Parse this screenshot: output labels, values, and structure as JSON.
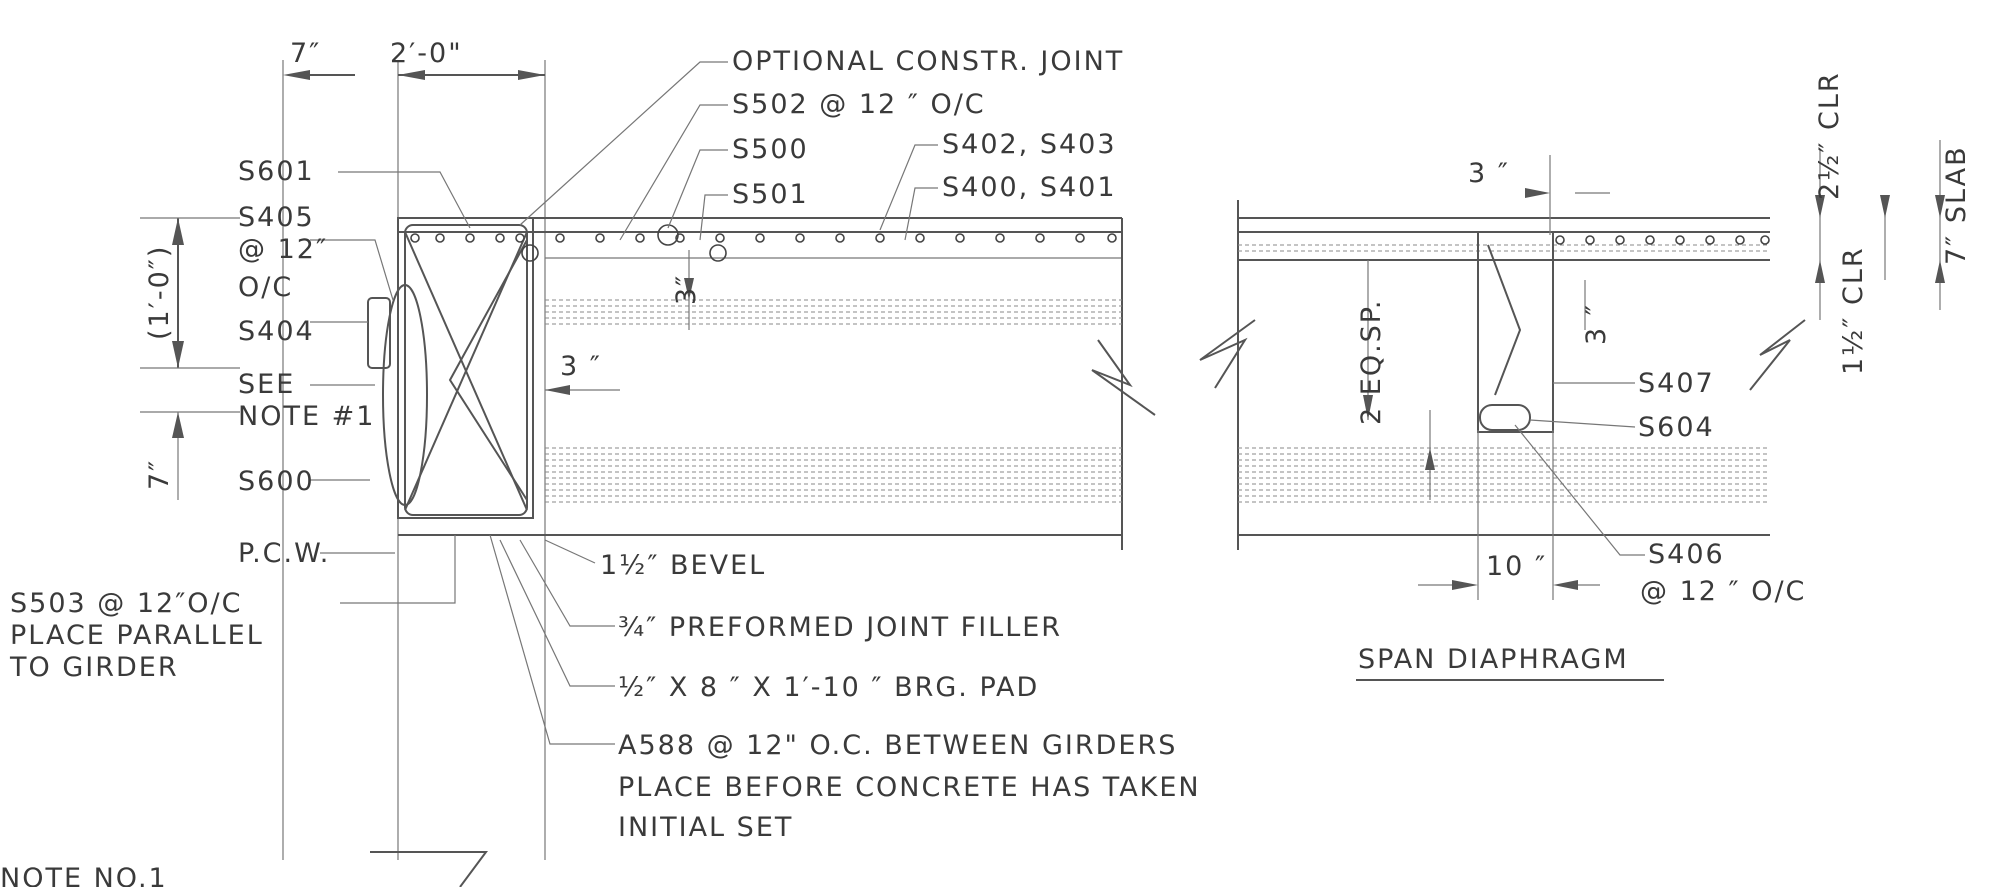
{
  "dimensions": {
    "seven_inch_top": "7″",
    "two_foot": "2′-0\"",
    "one_foot": "(1′-0″)",
    "seven_inch_left": "7″",
    "three_inch_mid": "3 ″",
    "three_in_vertical": "3″",
    "three_inch_diaphragm": "3 ″",
    "two_eq_sp": "2 EQ.SP.",
    "three_in_diaphragm_vert": "3 ″",
    "ten_inch": "10 ″",
    "two_half_clr": "2½″ CLR",
    "one_half_clr": "1½″ CLR",
    "seven_slab": "7″ SLAB"
  },
  "callouts": {
    "optional_joint": "OPTIONAL CONSTR. JOINT",
    "s502": "S502 @ 12 ″ O/C",
    "s500": "S500",
    "s501": "S501",
    "s402": "S402, S403",
    "s400": "S400, S401",
    "s601": "S601",
    "s405_1": "S405",
    "s405_2": "@ 12″",
    "s405_3": "O/C",
    "s404": "S404",
    "see": "SEE",
    "note1": "NOTE #1",
    "s600": "S600",
    "pcw": "P.C.W.",
    "s503_1": "S503 @ 12″O/C",
    "s503_2": "PLACE PARALLEL",
    "s503_3": "TO GIRDER",
    "bevel": "1½″ BEVEL",
    "filler": "¾″ PREFORMED JOINT FILLER",
    "pad": "½″ X 8 ″ X 1′-10 ″ BRG. PAD",
    "a588_1": "A588 @ 12\" O.C. BETWEEN GIRDERS",
    "a588_2": "PLACE BEFORE CONCRETE HAS TAKEN",
    "a588_3": "INITIAL SET",
    "s407": "S407",
    "s604": "S604",
    "s406_1": "S406",
    "s406_2": "@ 12 ″ O/C"
  },
  "titles": {
    "span_diaphragm": "SPAN DIAPHRAGM",
    "note_no1": "NOTE NO.1"
  }
}
